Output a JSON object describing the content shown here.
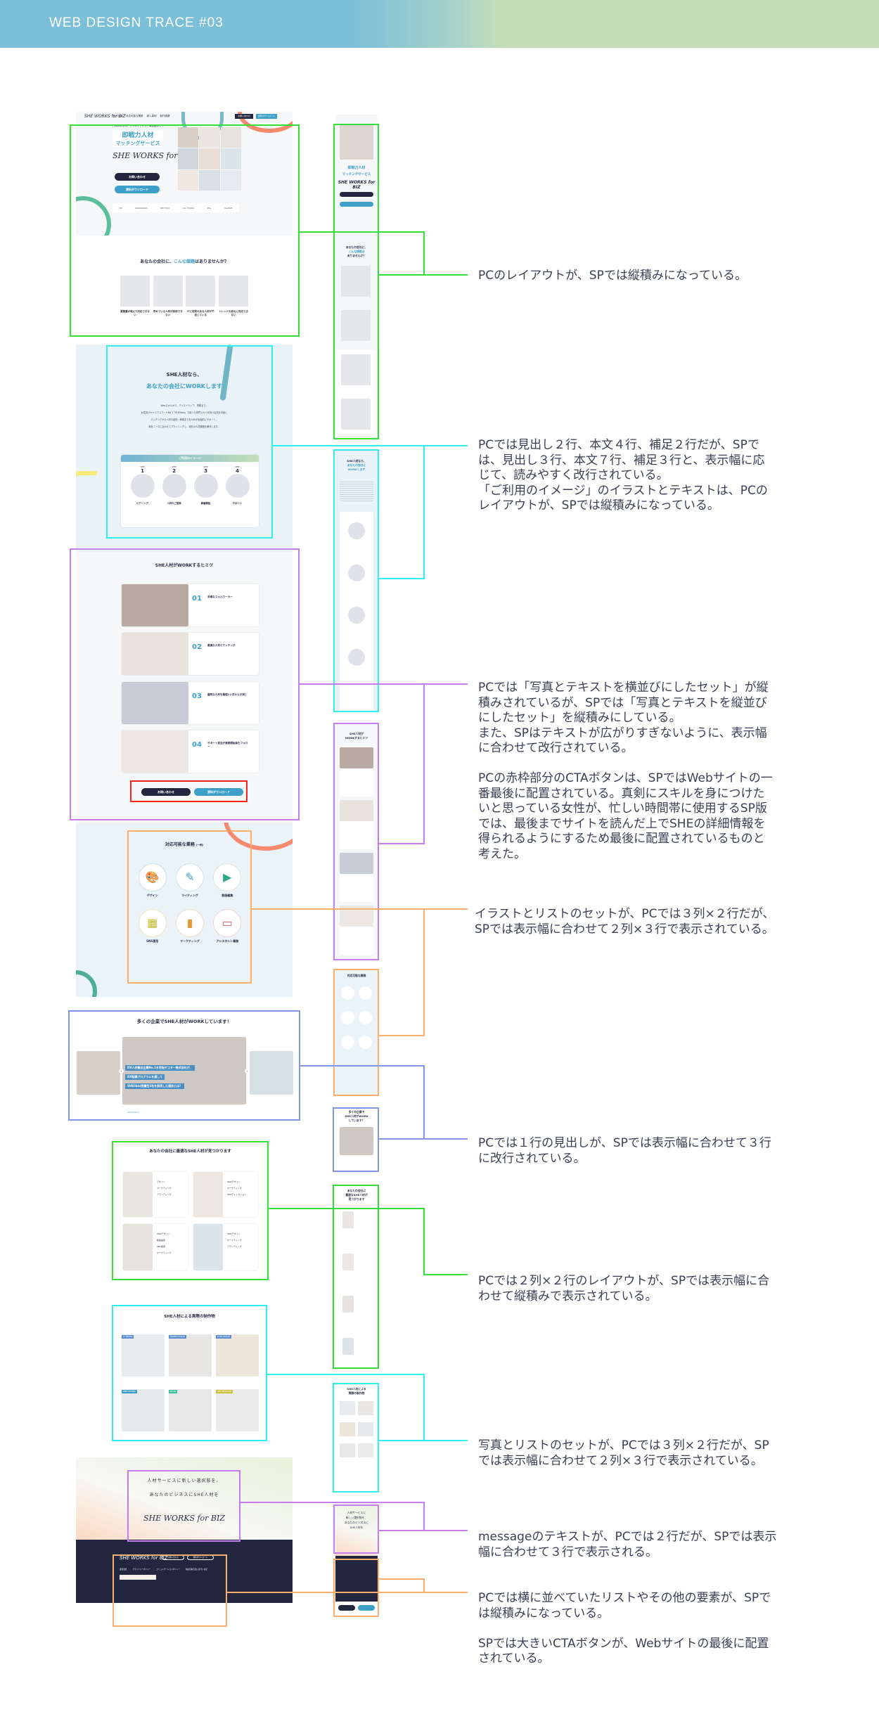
{
  "header": {
    "title": "WEB DESIGN TRACE #03"
  },
  "colors": {
    "green": "#33e03a",
    "cyan": "#2ff0f0",
    "purple": "#c77cf0",
    "orange": "#ffad6b",
    "blue": "#7f95f0",
    "red": "#ff2020",
    "navy": "#23263f",
    "accent": "#3ea0c9"
  },
  "pc": {
    "nav": {
      "items": [
        "サービス",
        "対応可能な業務",
        "導入事例",
        "制作実績"
      ],
      "contact": "お問い合わせ",
      "download": "資料ダウンロード"
    },
    "hero": {
      "tagline": "＼ Webスキル、クリエイティブ、事務職まで ／",
      "title1": "即戦力人材",
      "title2": "マッチングサービス",
      "logo": "SHE WORKS for BIZ",
      "cta_contact": "お問い合わせ",
      "cta_download": "資料ダウンロード",
      "clients": [
        "DE",
        "KADOKAWA",
        "NEXTOO",
        "ALL YOURS",
        "Pity",
        "mediVR"
      ]
    },
    "issues": {
      "heading_pre": "あなたの会社に、",
      "heading_em": "こんな課題",
      "heading_post": "はありませんか？",
      "items": [
        "業務量が増えて対応できない",
        "求めている人材が採用できない",
        "ITに知見のある人材が不足している",
        "トレンドの変化に対応できない"
      ]
    },
    "about": {
      "heading1": "SHE人材なら、",
      "heading2": "あなたの会社にWORKします",
      "body": [
        "Webスキルから、クリエイティブ、事務まで。",
        "女性向けキャリアスクールNo.1「SHElikes」で培った専門スキルを持つ会員を対象に",
        "マッチングから人材の契約・稼働までをSHEが全面的にサポート。",
        "貴社ニーズに合わせてプランニングし、貴社の人的課題を解決します。"
      ],
      "usage_title": "ご利用のイメージ",
      "steps": [
        {
          "label": "STEP",
          "num": "1",
          "name": "ヒアリング"
        },
        {
          "label": "STEP",
          "num": "2",
          "name": "人材のご提案"
        },
        {
          "label": "STEP",
          "num": "3",
          "name": "稼働開始"
        },
        {
          "label": "STEP",
          "num": "4",
          "name": "サポート"
        }
      ]
    },
    "secret": {
      "heading": "SHE人材がWORKするヒミツ",
      "items": [
        {
          "num": "01",
          "title": "多様なスキルワーカー"
        },
        {
          "num": "02",
          "title": "最適な人材とマッチング"
        },
        {
          "num": "03",
          "title": "優秀な人材を最短1ヶ月からお試し"
        },
        {
          "num": "04",
          "title": "サポート担当が業務開始後もフォロー"
        }
      ],
      "cta_contact": "お問い合わせ",
      "cta_download": "資料ダウンロード"
    },
    "tasks": {
      "heading": "対応可能な業務",
      "heading_note": "(一例)",
      "items": [
        "デザイン",
        "ライティング",
        "動画編集",
        "SNS運用",
        "マーケティング",
        "アシスタント業務"
      ]
    },
    "cases": {
      "heading": "多くの企業でSHE人材がWORKしています！",
      "captions": [
        "DX人材輩出企業No.1を目指すコター株式会社が、",
        "DX転職プログラムを通して",
        "SHElikes受講生3名を採用した理由とは？"
      ],
      "date": "2023/04/17"
    },
    "talent": {
      "heading": "あなたの会社に最適なSHE人材が見つかります",
      "skills": [
        [
          "デザイン",
          "マーケティング",
          "ブランディング"
        ],
        [
          "Webデザイン",
          "マーケティング",
          "Webディレクション"
        ],
        [
          "Webデザイン",
          "動画編集",
          "SNS運用",
          "マーケティング"
        ],
        [
          "Webデザイン",
          "マーケティング",
          "ブランディング"
        ]
      ]
    },
    "works": {
      "heading": "SHE人材による実際の制作物",
      "tags": [
        "LP DESIGN",
        "BANNER DESIGN",
        "FLYER DESIGN",
        "WEB WRITING",
        "MOVIE",
        "SNS OPERATION"
      ]
    },
    "message": {
      "line1": "人材サービスに新しい選択肢を、",
      "line2": "あなたのビジネスにSHE人材を",
      "logo": "SHE WORKS for BIZ"
    },
    "footer": {
      "contact": "お問い合わせ",
      "download": "資料ダウンロード",
      "links": [
        "運営会社",
        "プライバシーポリシー",
        "コミュニケーションポリシー",
        "特定商取引法に基づく表記"
      ]
    }
  },
  "sp": {
    "issues_heading": [
      "あなたの会社に、",
      "こんな課題は",
      "ありませんか？"
    ],
    "about_heading": [
      "SHE人材なら、",
      "あなたの会社に",
      "WORKします"
    ],
    "secret_heading": [
      "SHE人材が",
      "WORKするヒミツ"
    ],
    "tasks_heading": "対応可能な業務",
    "cases_heading": [
      "多くの企業で",
      "SHE人材がWORK",
      "しています！"
    ],
    "talent_heading": [
      "あなたの会社に",
      "最適なSHE人材が",
      "見つかります"
    ],
    "works_heading": [
      "SHE人材による",
      "実際の制作物"
    ],
    "message": [
      "人材サービスに",
      "新しい選択肢を、",
      "あなたのビジネスに",
      "SHE人材を"
    ]
  },
  "annotations": [
    [
      "PCのレイアウトが、SPでは縦積みになっている。"
    ],
    [
      "PCでは見出し２行、本文４行、補足２行だが、SPで",
      "は、見出し３行、本文７行、補足３行と、表示幅に応",
      "じて、読みやすく改行されている。",
      "「ご利用のイメージ」のイラストとテキストは、PCの",
      "レイアウトが、SPでは縦積みになっている。"
    ],
    [
      "PCでは「写真とテキストを横並びにしたセット」が縦",
      "積みされているが、SPでは「写真とテキストを縦並び",
      "にしたセット」を縦積みにしている。",
      "また、SPはテキストが広がりすぎないように、表示幅",
      "に合わせて改行されている。",
      "",
      "PCの赤枠部分のCTAボタンは、SPではWebサイトの一",
      "番最後に配置されている。真剣にスキルを身につけた",
      "いと思っている女性が、忙しい時間帯に使用するSP版",
      "では、最後までサイトを読んだ上でSHEの詳細情報を",
      "得られるようにするため最後に配置されているものと",
      "考えた。"
    ],
    [
      "イラストとリストのセットが、PCでは３列×２行だが、",
      "SPでは表示幅に合わせて２列×３行で表示されている。"
    ],
    [
      "PCでは１行の見出しが、SPでは表示幅に合わせて３行",
      "に改行されている。"
    ],
    [
      "PCでは２列×２行のレイアウトが、SPでは表示幅に合",
      "わせて縦積みで表示されている。"
    ],
    [
      "写真とリストのセットが、PCでは３列×２行だが、SP",
      "では表示幅に合わせて２列×３行で表示されている。"
    ],
    [
      "messageのテキストが、PCでは２行だが、SPでは表示",
      "幅に合わせて３行で表示される。"
    ],
    [
      "PCでは横に並べていたリストやその他の要素が、SPで",
      "は縦積みになっている。",
      "",
      "SPでは大きいCTAボタンが、Webサイトの最後に配置",
      "されている。"
    ]
  ]
}
